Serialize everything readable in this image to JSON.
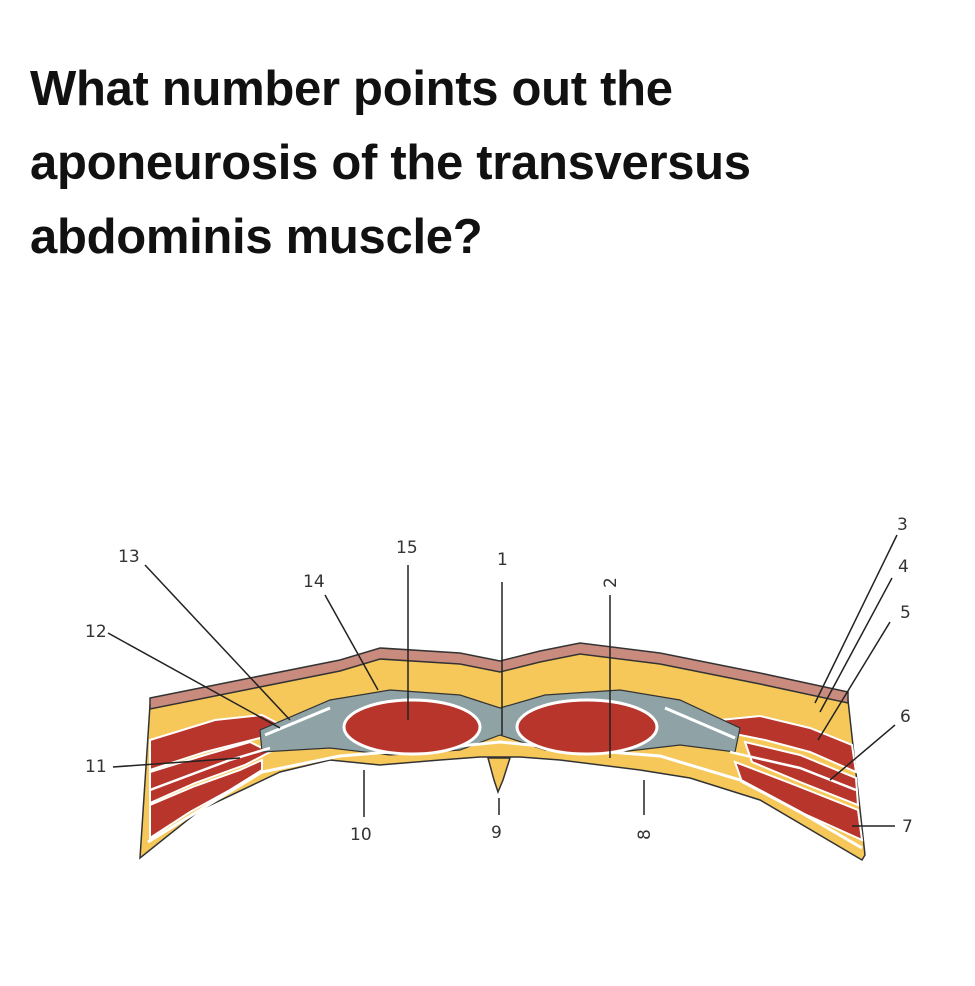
{
  "question": {
    "lines": [
      "What number points out the",
      "aponeurosis of the transversus",
      "abdominis muscle?"
    ]
  },
  "diagram": {
    "labels": [
      "1",
      "2",
      "3",
      "4",
      "5",
      "6",
      "7",
      "8",
      "9",
      "10",
      "11",
      "12",
      "13",
      "14",
      "15"
    ],
    "colors": {
      "skin": "#c98b7e",
      "fat": "#f6c85a",
      "muscle": "#b8352c",
      "fascia": "#8fa3a6",
      "outline": "#333333"
    }
  }
}
